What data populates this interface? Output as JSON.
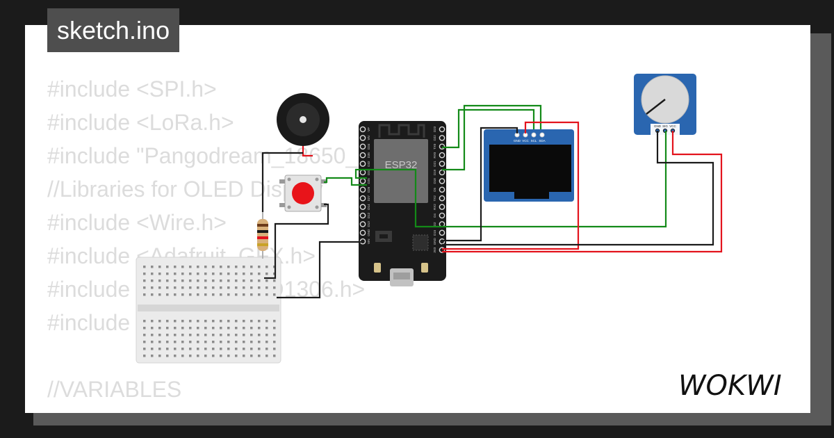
{
  "tab": {
    "filename": "sketch.ino"
  },
  "code_lines": [
    "#include <SPI.h>",
    "#include <LoRa.h>",
    "#include \"Pangodream_18650_CL.h\"",
    "//Libraries for OLED Display",
    "#include <Wire.h>",
    "#include <Adafruit_GFX.h>",
    "#include <Adafruit_SSD1306.h>",
    "#include",
    "",
    "//VARIABLES"
  ],
  "esp32": {
    "chip_label": "ESP32",
    "left_pins": [
      "VP",
      "VN",
      "D34",
      "D35",
      "D32",
      "D33",
      "D25",
      "D26",
      "D27",
      "D14",
      "D12",
      "D13",
      "GND",
      "VIN"
    ],
    "right_pins": [
      "D23",
      "D22",
      "TX0",
      "RX0",
      "D21",
      "D19",
      "D18",
      "D5",
      "TX2",
      "RX2",
      "D4",
      "D2",
      "D15",
      "GND",
      "3V3"
    ]
  },
  "oled": {
    "pins": [
      "GND",
      "VCC",
      "SCL",
      "SDA"
    ]
  },
  "potentiometer": {
    "pins": [
      "GND",
      "SIG",
      "VCC"
    ]
  },
  "brand": {
    "name": "WOKWI"
  },
  "colors": {
    "wire_red": "#e3131c",
    "wire_green": "#138a18",
    "wire_black": "#1a1a1a",
    "button_red": "#e8141a",
    "board_black": "#1b1b1b",
    "display_blue": "#2a66b0"
  }
}
